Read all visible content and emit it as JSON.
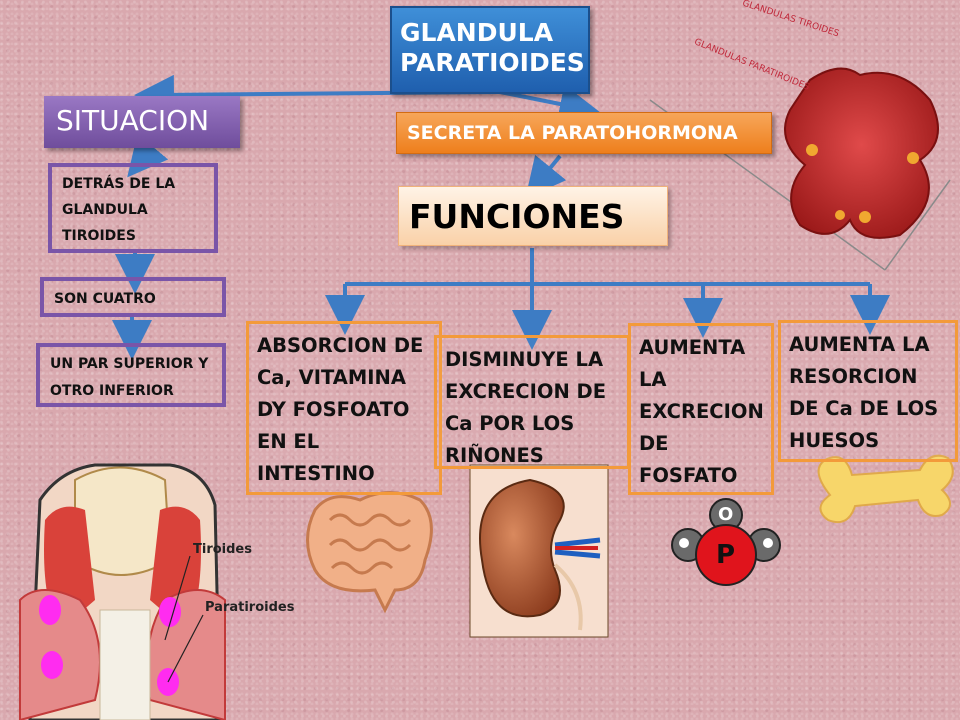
{
  "title": "GLANDULA PARATIOIDES",
  "situacion": {
    "heading": "SITUACION",
    "items": [
      "DETRÁS DE LA GLANDULA TIROIDES",
      "SON CUATRO",
      "UN PAR SUPERIOR Y OTRO INFERIOR"
    ]
  },
  "secreta": "SECRETA LA PARATOHORMONA",
  "funciones": {
    "heading": "FUNCIONES",
    "items": [
      "ABSORCION DE Ca, VITAMINA DY FOSFOATO EN EL INTESTINO",
      "DISMINUYE LA EXCRECION DE Ca POR LOS RIÑONES",
      "AUMENTA LA EXCRECION DE FOSFATO",
      "AUMENTA LA RESORCION DE Ca DE LOS HUESOS"
    ]
  },
  "figure_labels": {
    "tiroides": "Tiroides",
    "paratiroides": "Paratiroides"
  },
  "phosphate_letters": {
    "top": "O",
    "center": "P"
  },
  "handwritten_notes": [
    "GLANDULAS TIROIDES",
    "GLANDULAS PARATIROIDES"
  ],
  "colors": {
    "blue": "#2a6cc0",
    "purple": "#7a55a8",
    "orange": "#f39a3a",
    "arrow": "#3d7cc4"
  }
}
